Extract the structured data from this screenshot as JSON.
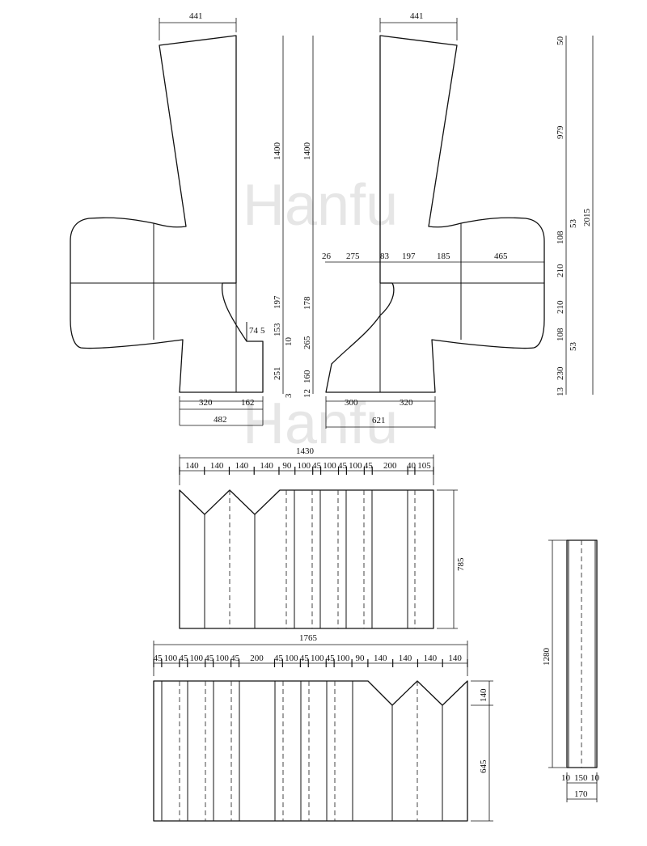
{
  "watermark": "Hanfu",
  "diagram": {
    "sleeve_left": {
      "top_width": "441",
      "bottom_1": "320",
      "bottom_2": "162",
      "bottom_total": "482",
      "height_upper": "1400",
      "height_lower": "197",
      "notch_a": "74",
      "notch_b": "5",
      "side_a": "153",
      "side_b": "10",
      "side_c": "251",
      "side_d": "3"
    },
    "sleeve_right": {
      "top_width": "441",
      "height_upper": "1400",
      "height_lower": "178",
      "mid_1": "26",
      "mid_2": "275",
      "mid_3": "83",
      "mid_4": "197",
      "mid_5": "185",
      "mid_6": "465",
      "side_a": "265",
      "side_b": "12",
      "side_c": "160",
      "bottom_1": "300",
      "bottom_2": "320",
      "bottom_total": "621"
    },
    "right_column": [
      "50",
      "979",
      "53",
      "108",
      "210",
      "210",
      "108",
      "53",
      "230",
      "13"
    ],
    "right_total": "2015",
    "skirt_upper": {
      "total": "1430",
      "segments": [
        "140",
        "140",
        "140",
        "140",
        "90",
        "100",
        "45",
        "100",
        "45",
        "100",
        "45",
        "200",
        "40",
        "105"
      ],
      "height": "785"
    },
    "skirt_lower": {
      "total": "1765",
      "segments": [
        "45",
        "100",
        "45",
        "100",
        "45",
        "100",
        "45",
        "200",
        "45",
        "100",
        "45",
        "100",
        "45",
        "100",
        "90",
        "140",
        "140",
        "140",
        "140"
      ],
      "height_top": "140",
      "height_main": "645"
    },
    "strip": {
      "height": "1280",
      "widths": [
        "10",
        "150",
        "10"
      ],
      "total": "170"
    }
  }
}
